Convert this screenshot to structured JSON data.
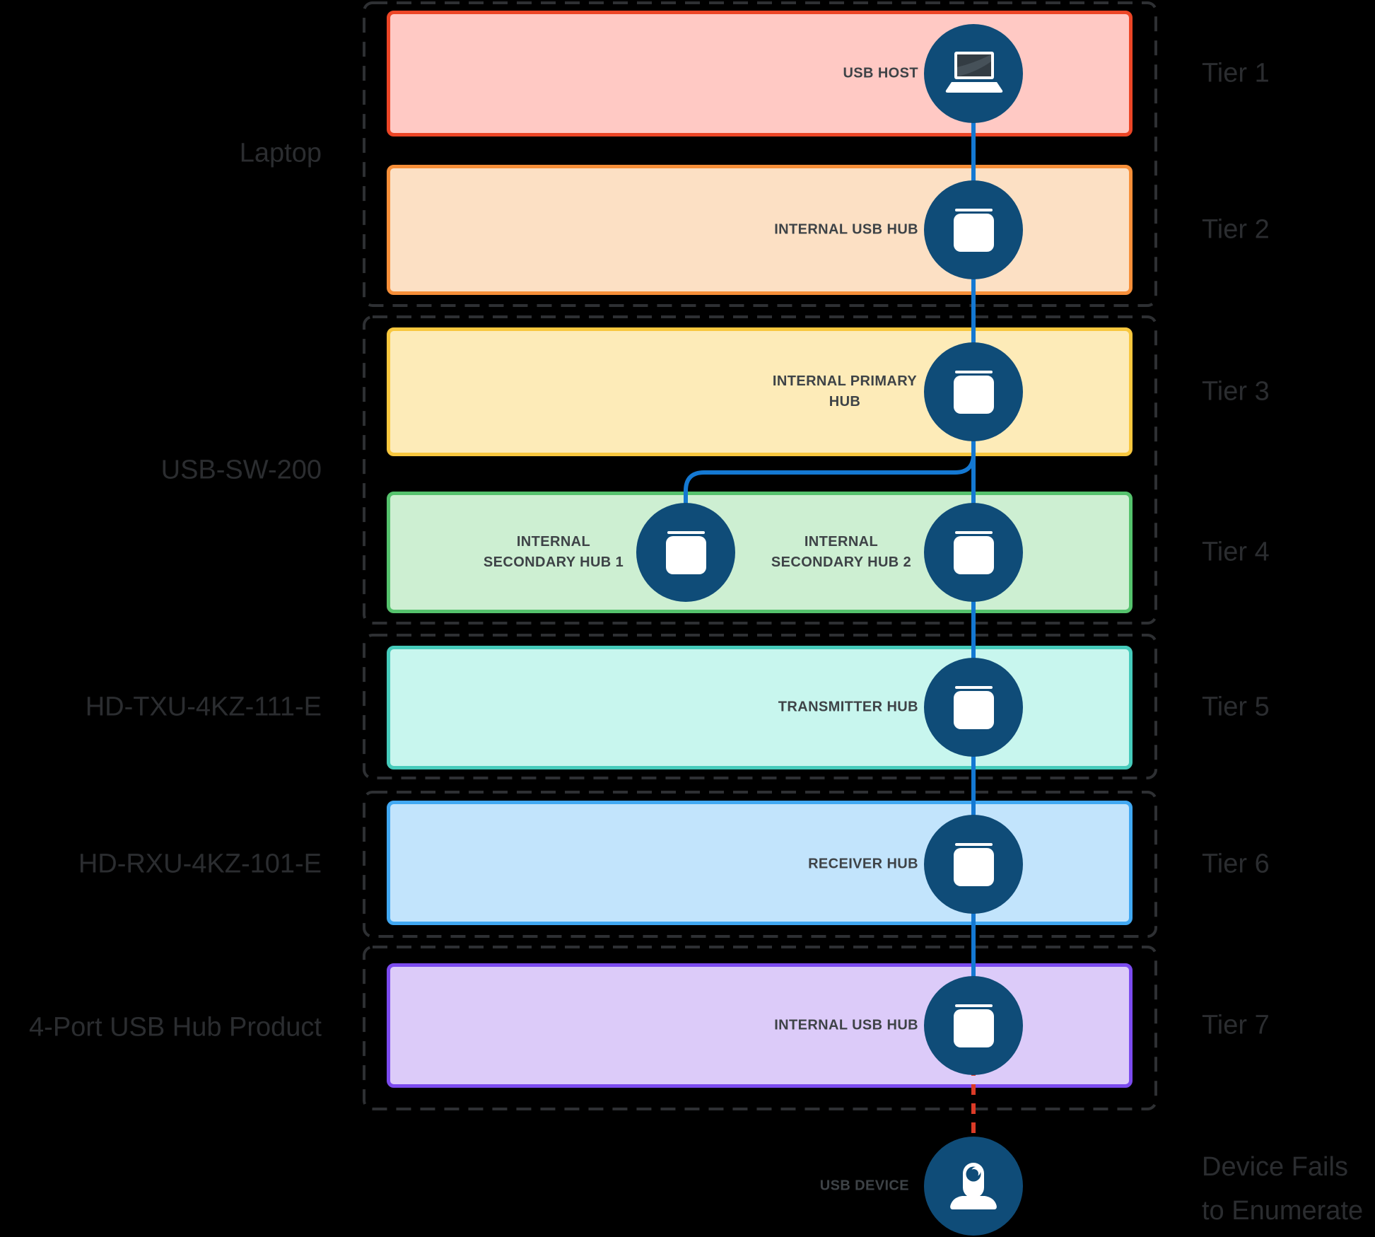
{
  "palette": {
    "background": "#000000",
    "node-circle": "#0F4C78",
    "link-active": "#1478D2",
    "link-failed": "#DB3B27",
    "node-label-text": "#3E4347",
    "outer-label-text": "#2B2D30",
    "group-outline": "#2E3033"
  },
  "groups": [
    {
      "label": "Laptop"
    },
    {
      "label": "USB-SW-200"
    },
    {
      "label": "HD-TXU-4KZ-111-E"
    },
    {
      "label": "HD-RXU-4KZ-101-E"
    },
    {
      "label": "4-Port USB Hub Product"
    }
  ],
  "tiers": [
    {
      "label": "Tier 1",
      "fill": "#FFC9C4",
      "border": "#EC4526",
      "nodes": [
        {
          "label": "USB HOST",
          "icon": "laptop-icon"
        }
      ]
    },
    {
      "label": "Tier 2",
      "fill": "#FCE0C4",
      "border": "#F78F39",
      "nodes": [
        {
          "label": "INTERNAL USB HUB",
          "icon": "usb-hub-icon"
        }
      ]
    },
    {
      "label": "Tier 3",
      "fill": "#FDEBB8",
      "border": "#F8C73E",
      "nodes": [
        {
          "label": "INTERNAL PRIMARY\nHUB",
          "icon": "usb-hub-icon"
        }
      ]
    },
    {
      "label": "Tier 4",
      "fill": "#CDEFD2",
      "border": "#55C26D",
      "nodes": [
        {
          "label": "INTERNAL\nSECONDARY HUB 1",
          "icon": "usb-hub-icon"
        },
        {
          "label": "INTERNAL\nSECONDARY HUB 2",
          "icon": "usb-hub-icon"
        }
      ]
    },
    {
      "label": "Tier 5",
      "fill": "#C8F6EE",
      "border": "#46CBBB",
      "nodes": [
        {
          "label": "TRANSMITTER HUB",
          "icon": "usb-hub-icon"
        }
      ]
    },
    {
      "label": "Tier 6",
      "fill": "#C2E4FC",
      "border": "#41A8F2",
      "nodes": [
        {
          "label": "RECEIVER HUB",
          "icon": "usb-hub-icon"
        }
      ]
    },
    {
      "label": "Tier 7",
      "fill": "#DCCBF9",
      "border": "#7C4BEF",
      "nodes": [
        {
          "label": "INTERNAL USB HUB",
          "icon": "usb-hub-icon"
        }
      ]
    }
  ],
  "endpoint": {
    "label": "USB DEVICE",
    "icon": "ptz-camera-icon",
    "status": "Device Fails\nto Enumerate"
  }
}
